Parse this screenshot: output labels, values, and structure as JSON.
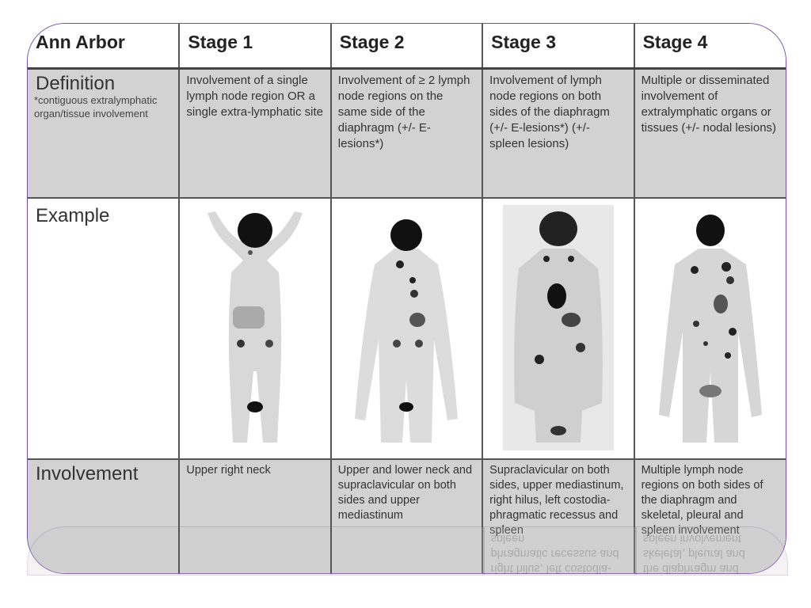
{
  "header": [
    "Ann Arbor",
    "Stage 1",
    "Stage 2",
    "Stage 3",
    "Stage 4"
  ],
  "definition": {
    "label": "Definition",
    "note": "*contiguous extralymphatic organ/tissue involvement",
    "cells": [
      "Involvement of a single lymph node region  OR  a single extra-lymphatic site",
      "Involvement of  ≥ 2 lymph node regions on the same side of the diaphragm (+/- E-lesions*)",
      "Involvement of lymph node regions on both sides of the diaphragm (+/- E-lesions*) (+/- spleen lesions)",
      "Multiple or disseminated involvement of extralymphatic organs or tissues (+/- nodal lesions)"
    ]
  },
  "example": {
    "label": "Example"
  },
  "involvement": {
    "label": "Involvement",
    "cells": [
      "Upper right neck",
      "Upper and lower neck and supraclavicular on both sides and upper mediastinum",
      "Supraclavicular on both sides, upper mediastinum, right hilus, left costodia-phragmatic recessus and spleen",
      "Multiple lymph node regions on both sides of the diaphragm and skeletal, pleural and spleen involvement"
    ]
  },
  "colors": {
    "border": "#7a4ea8",
    "shade": "#d2d2d2"
  }
}
